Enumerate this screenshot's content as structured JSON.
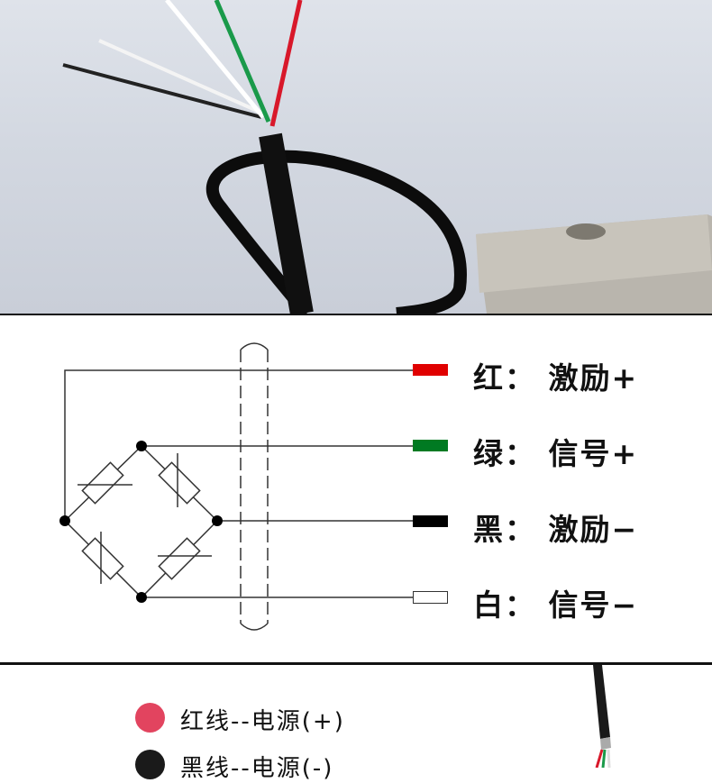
{
  "wiring": [
    {
      "color_name": "红",
      "function": "激励+",
      "label": "红： 激励+",
      "swatch": "#e00000"
    },
    {
      "color_name": "绿",
      "function": "信号+",
      "label": "绿： 信号+",
      "swatch": "#007a22"
    },
    {
      "color_name": "黑",
      "function": "激励−",
      "label": "黑： 激励−",
      "swatch": "#000000"
    },
    {
      "color_name": "白",
      "function": "信号−",
      "label": "白： 信号−",
      "swatch": "#ffffff"
    }
  ],
  "legend": [
    {
      "text": "红线--电源(+)",
      "dot": "#e2445f"
    },
    {
      "text": "黑线--电源(-)",
      "dot": "#1a1a1a"
    }
  ]
}
